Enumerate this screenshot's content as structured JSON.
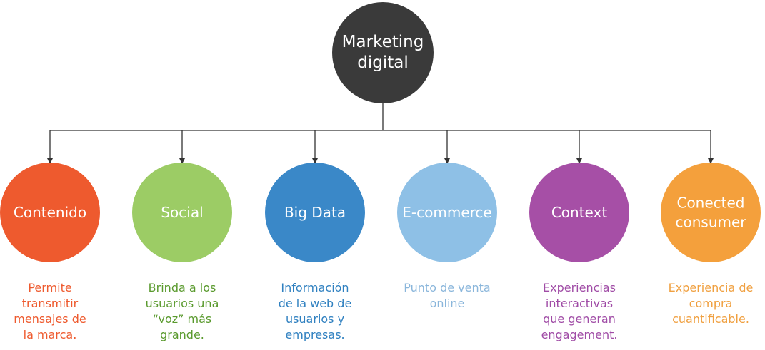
{
  "root": {
    "lines": [
      "Marketing",
      "digital"
    ],
    "color": "#3a3a3a"
  },
  "nodes": [
    {
      "id": "contenido",
      "lines": [
        "Contenido"
      ],
      "color": "#ee5a2e",
      "text_color": "#ee5a2e",
      "desc": [
        "Permite",
        "transmitir",
        "mensajes de",
        "la marca."
      ]
    },
    {
      "id": "social",
      "lines": [
        "Social"
      ],
      "color": "#9ccc65",
      "text_color": "#5a9a2e",
      "desc": [
        "Brinda a los",
        "usuarios una",
        "“voz” más",
        "grande."
      ]
    },
    {
      "id": "big-data",
      "lines": [
        "Big Data"
      ],
      "color": "#3a88c8",
      "text_color": "#2f80c0",
      "desc": [
        "Información",
        "de la web de",
        "usuarios y",
        "empresas."
      ]
    },
    {
      "id": "e-commerce",
      "lines": [
        "E-commerce"
      ],
      "color": "#8ec0e6",
      "text_color": "#8ab6db",
      "desc": [
        "Punto de venta",
        "online"
      ]
    },
    {
      "id": "context",
      "lines": [
        "Context"
      ],
      "color": "#a64fa6",
      "text_color": "#a04ca6",
      "desc": [
        "Experiencias",
        "interactivas",
        "que generan",
        "engagement."
      ]
    },
    {
      "id": "conected-consumer",
      "lines": [
        "Conected",
        "consumer"
      ],
      "color": "#f4a03c",
      "text_color": "#f0a040",
      "desc": [
        "Experiencia de",
        "compra",
        "cuantificable."
      ]
    }
  ]
}
